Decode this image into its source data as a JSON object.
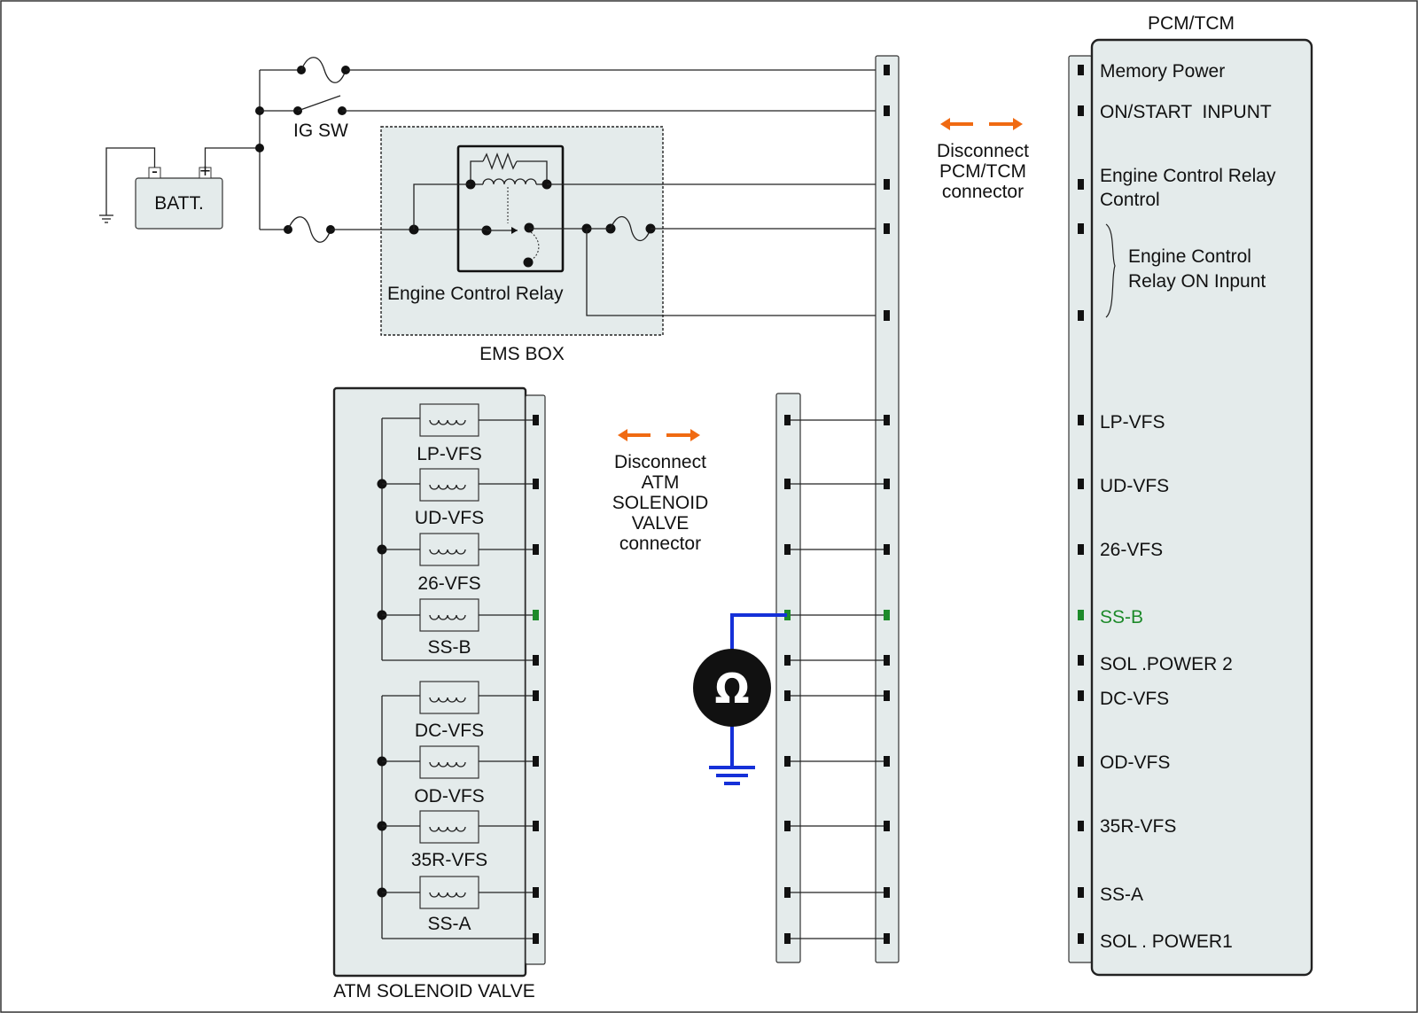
{
  "battery": {
    "label": "BATT.",
    "neg": "-",
    "pos": "+"
  },
  "ig_switch": {
    "label": "IG SW"
  },
  "ems_box": {
    "label": "EMS BOX",
    "relay_label": "Engine Control Relay"
  },
  "pcm": {
    "title": "PCM/TCM",
    "pins": {
      "memory_power": "Memory Power",
      "on_start": "ON/START  INPUNT",
      "ecr_control_1": "Engine Control Relay",
      "ecr_control_2": "Control",
      "ecr_on_1": "Engine Control",
      "ecr_on_2": "Relay ON Inpunt",
      "lp_vfs": "LP-VFS",
      "ud_vfs": "UD-VFS",
      "vfs_26": "26-VFS",
      "ss_b": "SS-B",
      "sol_power2": "SOL .POWER 2",
      "dc_vfs": "DC-VFS",
      "od_vfs": "OD-VFS",
      "vfs_35r": "35R-VFS",
      "ss_a": "SS-A",
      "sol_power1": "SOL . POWER1"
    }
  },
  "disconnect_pcm": {
    "line1": "Disconnect",
    "line2": "PCM/TCM",
    "line3": "connector"
  },
  "disconnect_atm": {
    "line1": "Disconnect",
    "line2": "ATM",
    "line3": "SOLENOID",
    "line4": "VALVE",
    "line5": "connector"
  },
  "solenoid_valve": {
    "title": "ATM SOLENOID VALVE",
    "coils": {
      "lp_vfs": "LP-VFS",
      "ud_vfs": "UD-VFS",
      "vfs_26": "26-VFS",
      "ss_b": "SS-B",
      "dc_vfs": "DC-VFS",
      "od_vfs": "OD-VFS",
      "vfs_35r": "35R-VFS",
      "ss_a": "SS-A"
    }
  },
  "meter": {
    "symbol": "Ω"
  },
  "colors": {
    "highlight_pin": "#1d8a2a",
    "meter_lead": "#1530d8",
    "disconnect_arrow": "#f06a12"
  }
}
